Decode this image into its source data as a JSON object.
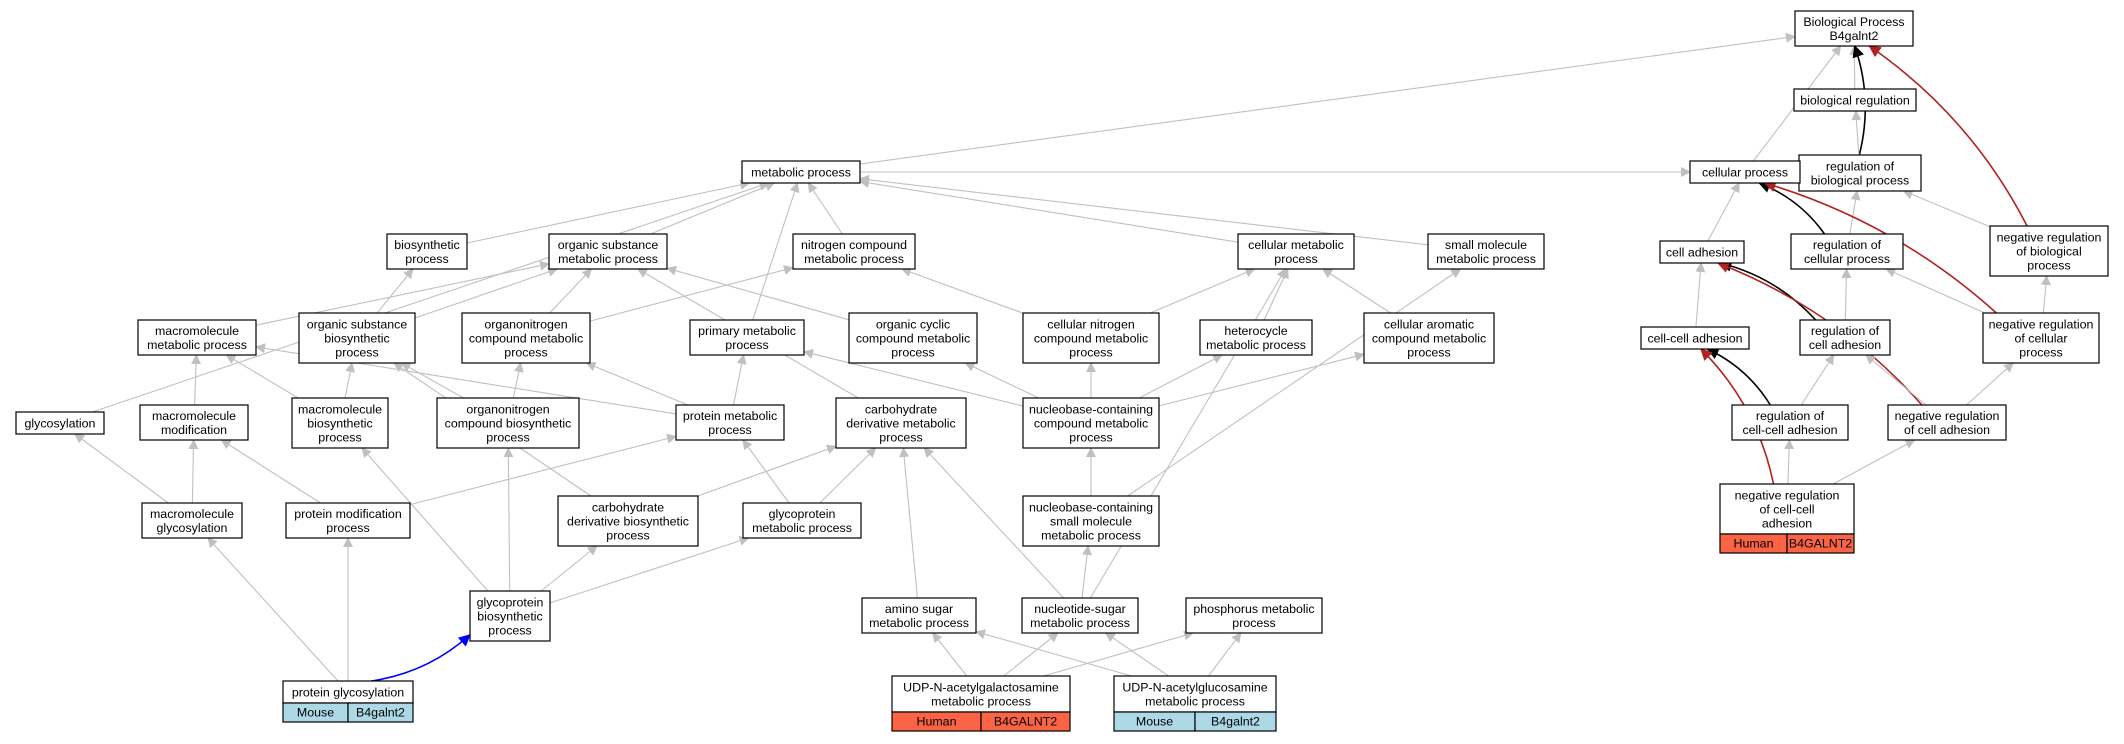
{
  "colors": {
    "background": "#ffffff",
    "node_border": "#000000",
    "edge_default": "#c0c0c0",
    "edge_positive": "#000000",
    "edge_negative": "#b22222",
    "edge_highlight": "#0000ff",
    "mouse_species": "#add8e6",
    "human_species": "#fa6445"
  },
  "nodes": [
    {
      "id": "bp",
      "lines": [
        "Biological Process",
        "B4galnt2"
      ]
    },
    {
      "id": "breg",
      "lines": [
        "biological regulation"
      ]
    },
    {
      "id": "regbp",
      "lines": [
        "regulation of",
        "biological process"
      ]
    },
    {
      "id": "metab",
      "lines": [
        "metabolic process"
      ]
    },
    {
      "id": "cellproc",
      "lines": [
        "cellular process"
      ]
    },
    {
      "id": "biosyn",
      "lines": [
        "biosynthetic",
        "process"
      ]
    },
    {
      "id": "orgsub",
      "lines": [
        "organic substance",
        "metabolic process"
      ]
    },
    {
      "id": "nitro",
      "lines": [
        "nitrogen compound",
        "metabolic process"
      ]
    },
    {
      "id": "cellmet",
      "lines": [
        "cellular metabolic",
        "process"
      ]
    },
    {
      "id": "smallmol",
      "lines": [
        "small molecule",
        "metabolic process"
      ]
    },
    {
      "id": "celladh",
      "lines": [
        "cell adhesion"
      ]
    },
    {
      "id": "regcp",
      "lines": [
        "regulation of",
        "cellular process"
      ]
    },
    {
      "id": "negregbp",
      "lines": [
        "negative regulation",
        "of biological",
        "process"
      ]
    },
    {
      "id": "macromet",
      "lines": [
        "macromolecule",
        "metabolic process"
      ]
    },
    {
      "id": "orgsubbio",
      "lines": [
        "organic substance",
        "biosynthetic",
        "process"
      ]
    },
    {
      "id": "orgnitro",
      "lines": [
        "organonitrogen",
        "compound metabolic",
        "process"
      ]
    },
    {
      "id": "primary",
      "lines": [
        "primary metabolic",
        "process"
      ]
    },
    {
      "id": "orgcyc",
      "lines": [
        "organic cyclic",
        "compound metabolic",
        "process"
      ]
    },
    {
      "id": "cellnitro",
      "lines": [
        "cellular nitrogen",
        "compound metabolic",
        "process"
      ]
    },
    {
      "id": "hetero",
      "lines": [
        "heterocycle",
        "metabolic process"
      ]
    },
    {
      "id": "cellarom",
      "lines": [
        "cellular aromatic",
        "compound metabolic",
        "process"
      ]
    },
    {
      "id": "ccadh",
      "lines": [
        "cell-cell adhesion"
      ]
    },
    {
      "id": "regca",
      "lines": [
        "regulation of",
        "cell adhesion"
      ]
    },
    {
      "id": "negregcp",
      "lines": [
        "negative regulation",
        "of cellular",
        "process"
      ]
    },
    {
      "id": "glycosyl",
      "lines": [
        "glycosylation"
      ]
    },
    {
      "id": "macromod",
      "lines": [
        "macromolecule",
        "modification"
      ]
    },
    {
      "id": "macrobio",
      "lines": [
        "macromolecule",
        "biosynthetic",
        "process"
      ]
    },
    {
      "id": "orgnitrobio",
      "lines": [
        "organonitrogen",
        "compound biosynthetic",
        "process"
      ]
    },
    {
      "id": "protmet",
      "lines": [
        "protein metabolic",
        "process"
      ]
    },
    {
      "id": "carbmet",
      "lines": [
        "carbohydrate",
        "derivative metabolic",
        "process"
      ]
    },
    {
      "id": "nucbase",
      "lines": [
        "nucleobase-containing",
        "compound metabolic",
        "process"
      ]
    },
    {
      "id": "regcca",
      "lines": [
        "regulation of",
        "cell-cell adhesion"
      ]
    },
    {
      "id": "negregca",
      "lines": [
        "negative regulation",
        "of cell adhesion"
      ]
    },
    {
      "id": "macroglyc",
      "lines": [
        "macromolecule",
        "glycosylation"
      ]
    },
    {
      "id": "protmod",
      "lines": [
        "protein modification",
        "process"
      ]
    },
    {
      "id": "carbbio",
      "lines": [
        "carbohydrate",
        "derivative biosynthetic",
        "process"
      ]
    },
    {
      "id": "glycomet",
      "lines": [
        "glycoprotein",
        "metabolic process"
      ]
    },
    {
      "id": "nucsmall",
      "lines": [
        "nucleobase-containing",
        "small molecule",
        "metabolic process"
      ]
    },
    {
      "id": "negregcca",
      "lines": [
        "negative regulation",
        "of cell-cell",
        "adhesion"
      ],
      "annotation": {
        "species": "Human",
        "gene": "B4GALNT2",
        "kind": "human"
      }
    },
    {
      "id": "glycobio",
      "lines": [
        "glycoprotein",
        "biosynthetic",
        "process"
      ]
    },
    {
      "id": "aminosugar",
      "lines": [
        "amino sugar",
        "metabolic process"
      ]
    },
    {
      "id": "nucsugar",
      "lines": [
        "nucleotide-sugar",
        "metabolic process"
      ]
    },
    {
      "id": "phosph",
      "lines": [
        "phosphorus metabolic",
        "process"
      ]
    },
    {
      "id": "protglyc",
      "lines": [
        "protein glycosylation"
      ],
      "annotation": {
        "species": "Mouse",
        "gene": "B4galnt2",
        "kind": "mouse"
      }
    },
    {
      "id": "udpgal",
      "lines": [
        "UDP-N-acetylgalactosamine",
        "metabolic process"
      ],
      "annotation": {
        "species": "Human",
        "gene": "B4GALNT2",
        "kind": "human"
      }
    },
    {
      "id": "udpglc",
      "lines": [
        "UDP-N-acetylglucosamine",
        "metabolic process"
      ],
      "annotation": {
        "species": "Mouse",
        "gene": "B4galnt2",
        "kind": "mouse"
      }
    }
  ],
  "edges": [
    {
      "from": "metab",
      "to": "bp",
      "kind": "default"
    },
    {
      "from": "cellproc",
      "to": "bp",
      "kind": "default"
    },
    {
      "from": "breg",
      "to": "bp",
      "kind": "default"
    },
    {
      "from": "regbp",
      "to": "bp",
      "kind": "positive"
    },
    {
      "from": "negregbp",
      "to": "bp",
      "kind": "negative"
    },
    {
      "from": "regbp",
      "to": "breg",
      "kind": "default"
    },
    {
      "from": "regcp",
      "to": "regbp",
      "kind": "default"
    },
    {
      "from": "negregbp",
      "to": "regbp",
      "kind": "default"
    },
    {
      "from": "metab",
      "to": "cellproc",
      "kind": "default"
    },
    {
      "from": "celladh",
      "to": "cellproc",
      "kind": "default"
    },
    {
      "from": "regcp",
      "to": "cellproc",
      "kind": "positive"
    },
    {
      "from": "negregcp",
      "to": "cellproc",
      "kind": "negative"
    },
    {
      "from": "biosyn",
      "to": "metab",
      "kind": "default"
    },
    {
      "from": "orgsub",
      "to": "metab",
      "kind": "default"
    },
    {
      "from": "nitro",
      "to": "metab",
      "kind": "default"
    },
    {
      "from": "cellmet",
      "to": "metab",
      "kind": "default"
    },
    {
      "from": "smallmol",
      "to": "metab",
      "kind": "default"
    },
    {
      "from": "primary",
      "to": "metab",
      "kind": "default"
    },
    {
      "from": "glycosyl",
      "to": "metab",
      "kind": "default"
    },
    {
      "from": "regca",
      "to": "celladh",
      "kind": "positive"
    },
    {
      "from": "negregca",
      "to": "celladh",
      "kind": "negative"
    },
    {
      "from": "ccadh",
      "to": "celladh",
      "kind": "default"
    },
    {
      "from": "regca",
      "to": "regcp",
      "kind": "default"
    },
    {
      "from": "negregcp",
      "to": "regcp",
      "kind": "default"
    },
    {
      "from": "negregcp",
      "to": "negregbp",
      "kind": "default"
    },
    {
      "from": "macromet",
      "to": "orgsub",
      "kind": "default"
    },
    {
      "from": "orgsubbio",
      "to": "orgsub",
      "kind": "default"
    },
    {
      "from": "orgnitro",
      "to": "orgsub",
      "kind": "default"
    },
    {
      "from": "orgcyc",
      "to": "orgsub",
      "kind": "default"
    },
    {
      "from": "orgsubbio",
      "to": "biosyn",
      "kind": "default"
    },
    {
      "from": "orgnitro",
      "to": "nitro",
      "kind": "default"
    },
    {
      "from": "cellnitro",
      "to": "nitro",
      "kind": "default"
    },
    {
      "from": "cellnitro",
      "to": "cellmet",
      "kind": "default"
    },
    {
      "from": "hetero",
      "to": "cellmet",
      "kind": "default"
    },
    {
      "from": "cellarom",
      "to": "cellmet",
      "kind": "default"
    },
    {
      "from": "nucsmall",
      "to": "smallmol",
      "kind": "default"
    },
    {
      "from": "carbmet",
      "to": "orgsub",
      "kind": "default"
    },
    {
      "from": "nucsugar",
      "to": "cellmet",
      "kind": "default"
    },
    {
      "from": "regcca",
      "to": "ccadh",
      "kind": "positive"
    },
    {
      "from": "negregcca",
      "to": "ccadh",
      "kind": "negative"
    },
    {
      "from": "regcca",
      "to": "regca",
      "kind": "default"
    },
    {
      "from": "negregca",
      "to": "regca",
      "kind": "default"
    },
    {
      "from": "negregca",
      "to": "negregcp",
      "kind": "default"
    },
    {
      "from": "macromod",
      "to": "macromet",
      "kind": "default"
    },
    {
      "from": "macrobio",
      "to": "macromet",
      "kind": "default"
    },
    {
      "from": "protmet",
      "to": "macromet",
      "kind": "default"
    },
    {
      "from": "macrobio",
      "to": "orgsubbio",
      "kind": "default"
    },
    {
      "from": "orgnitrobio",
      "to": "orgsubbio",
      "kind": "default"
    },
    {
      "from": "orgnitrobio",
      "to": "orgnitro",
      "kind": "default"
    },
    {
      "from": "protmet",
      "to": "orgnitro",
      "kind": "default"
    },
    {
      "from": "protmet",
      "to": "primary",
      "kind": "default"
    },
    {
      "from": "nucbase",
      "to": "primary",
      "kind": "default"
    },
    {
      "from": "nucbase",
      "to": "orgcyc",
      "kind": "default"
    },
    {
      "from": "nucbase",
      "to": "cellnitro",
      "kind": "default"
    },
    {
      "from": "nucbase",
      "to": "hetero",
      "kind": "default"
    },
    {
      "from": "nucbase",
      "to": "cellarom",
      "kind": "default"
    },
    {
      "from": "macroglyc",
      "to": "glycosyl",
      "kind": "default"
    },
    {
      "from": "macroglyc",
      "to": "macromod",
      "kind": "default"
    },
    {
      "from": "protmod",
      "to": "macromod",
      "kind": "default"
    },
    {
      "from": "protmod",
      "to": "protmet",
      "kind": "default"
    },
    {
      "from": "glycomet",
      "to": "protmet",
      "kind": "default"
    },
    {
      "from": "glycomet",
      "to": "carbmet",
      "kind": "default"
    },
    {
      "from": "carbbio",
      "to": "carbmet",
      "kind": "default"
    },
    {
      "from": "carbbio",
      "to": "orgsubbio",
      "kind": "default"
    },
    {
      "from": "nucsmall",
      "to": "nucbase",
      "kind": "default"
    },
    {
      "from": "negregcca",
      "to": "regcca",
      "kind": "default"
    },
    {
      "from": "negregcca",
      "to": "negregca",
      "kind": "default"
    },
    {
      "from": "glycobio",
      "to": "macrobio",
      "kind": "default"
    },
    {
      "from": "glycobio",
      "to": "orgnitrobio",
      "kind": "default"
    },
    {
      "from": "glycobio",
      "to": "carbbio",
      "kind": "default"
    },
    {
      "from": "glycobio",
      "to": "glycomet",
      "kind": "default"
    },
    {
      "from": "aminosugar",
      "to": "carbmet",
      "kind": "default"
    },
    {
      "from": "nucsugar",
      "to": "carbmet",
      "kind": "default"
    },
    {
      "from": "nucsugar",
      "to": "nucsmall",
      "kind": "default"
    },
    {
      "from": "protglyc",
      "to": "macroglyc",
      "kind": "default"
    },
    {
      "from": "protglyc",
      "to": "protmod",
      "kind": "default"
    },
    {
      "from": "protglyc",
      "to": "glycobio",
      "kind": "highlight"
    },
    {
      "from": "udpgal",
      "to": "aminosugar",
      "kind": "default"
    },
    {
      "from": "udpgal",
      "to": "nucsugar",
      "kind": "default"
    },
    {
      "from": "udpgal",
      "to": "phosph",
      "kind": "default"
    },
    {
      "from": "udpglc",
      "to": "aminosugar",
      "kind": "default"
    },
    {
      "from": "udpglc",
      "to": "nucsugar",
      "kind": "default"
    },
    {
      "from": "udpglc",
      "to": "phosph",
      "kind": "default"
    }
  ]
}
